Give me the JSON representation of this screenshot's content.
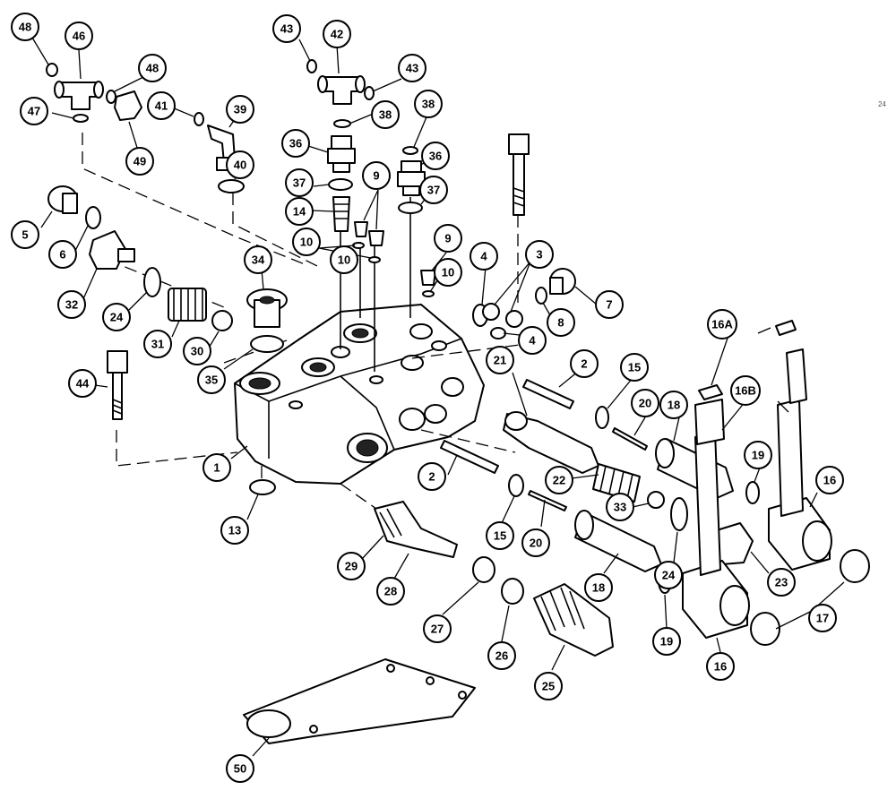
{
  "callouts": [
    "48",
    "46",
    "48",
    "47",
    "49",
    "41",
    "39",
    "40",
    "43",
    "42",
    "43",
    "38",
    "36",
    "38",
    "36",
    "37",
    "37",
    "14",
    "9",
    "9",
    "10",
    "10",
    "10",
    "5",
    "6",
    "32",
    "24",
    "31",
    "34",
    "30",
    "35",
    "3",
    "4",
    "7",
    "8",
    "4",
    "44",
    "1",
    "13",
    "21",
    "2",
    "15",
    "20",
    "18",
    "16A",
    "16B",
    "19",
    "16",
    "2",
    "22",
    "33",
    "15",
    "20",
    "24",
    "23",
    "18",
    "29",
    "28",
    "27",
    "26",
    "25",
    "19",
    "17",
    "16",
    "50"
  ],
  "page_ref": "24"
}
